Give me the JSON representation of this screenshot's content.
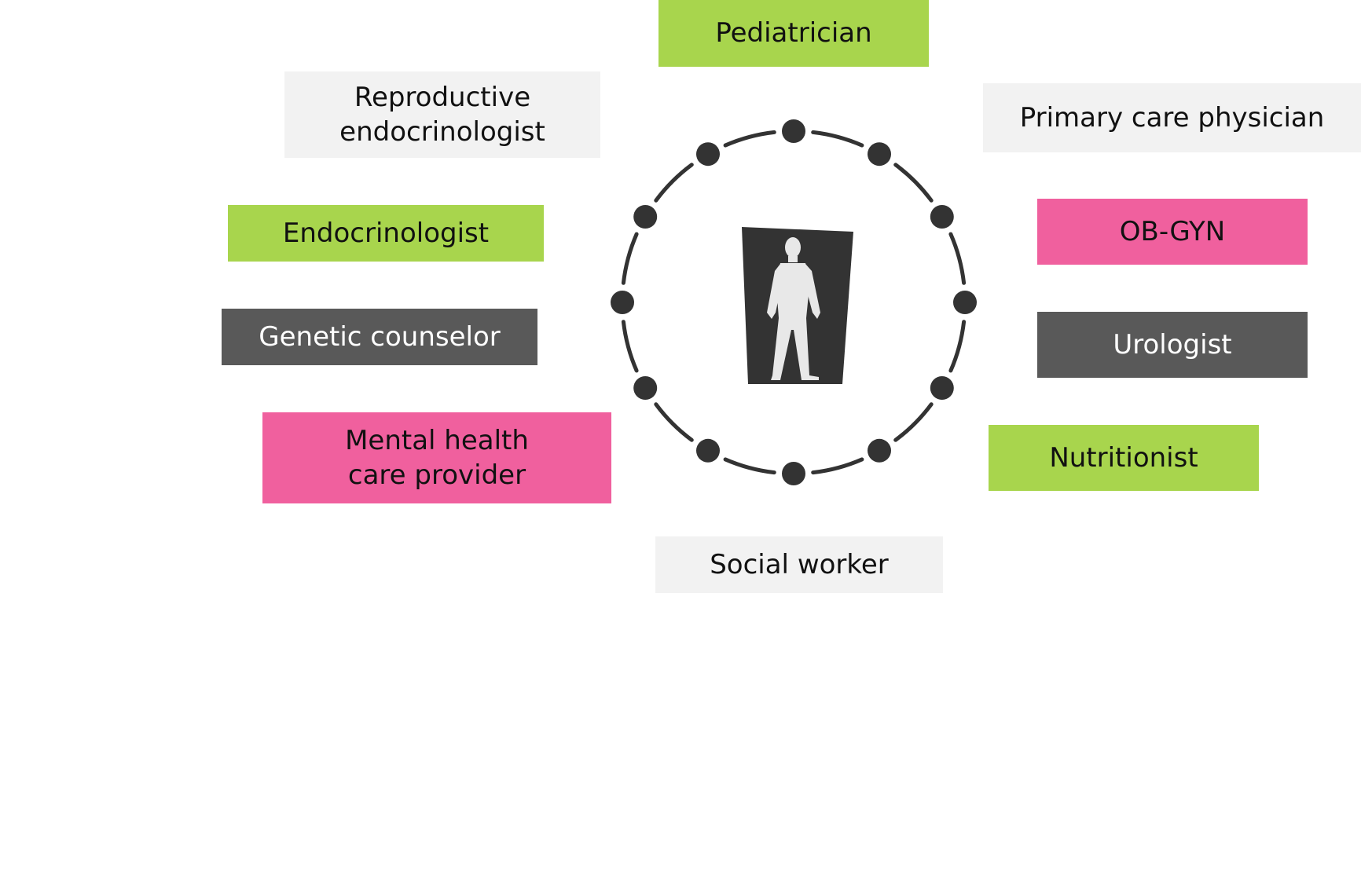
{
  "colors": {
    "green": "#a8d54d",
    "light_gray": "#f2f2f2",
    "dark_gray": "#595959",
    "pink": "#f0609e",
    "ring": "#333333",
    "figure_bg": "#333333",
    "figure": "#e8e8e8",
    "accent_stroke": "#ffffff"
  },
  "icons": {
    "center_figure": "person-silhouette-icon"
  },
  "roles": {
    "pediatrician": "Pediatrician",
    "reproductive_endocrinologist": "Reproductive\nendocrinologist",
    "primary_care_physician": "Primary care physician",
    "endocrinologist": "Endocrinologist",
    "ob_gyn": "OB-GYN",
    "genetic_counselor": "Genetic counselor",
    "urologist": "Urologist",
    "mental_health_provider": "Mental health\ncare provider",
    "nutritionist": "Nutritionist",
    "social_worker": "Social worker"
  }
}
